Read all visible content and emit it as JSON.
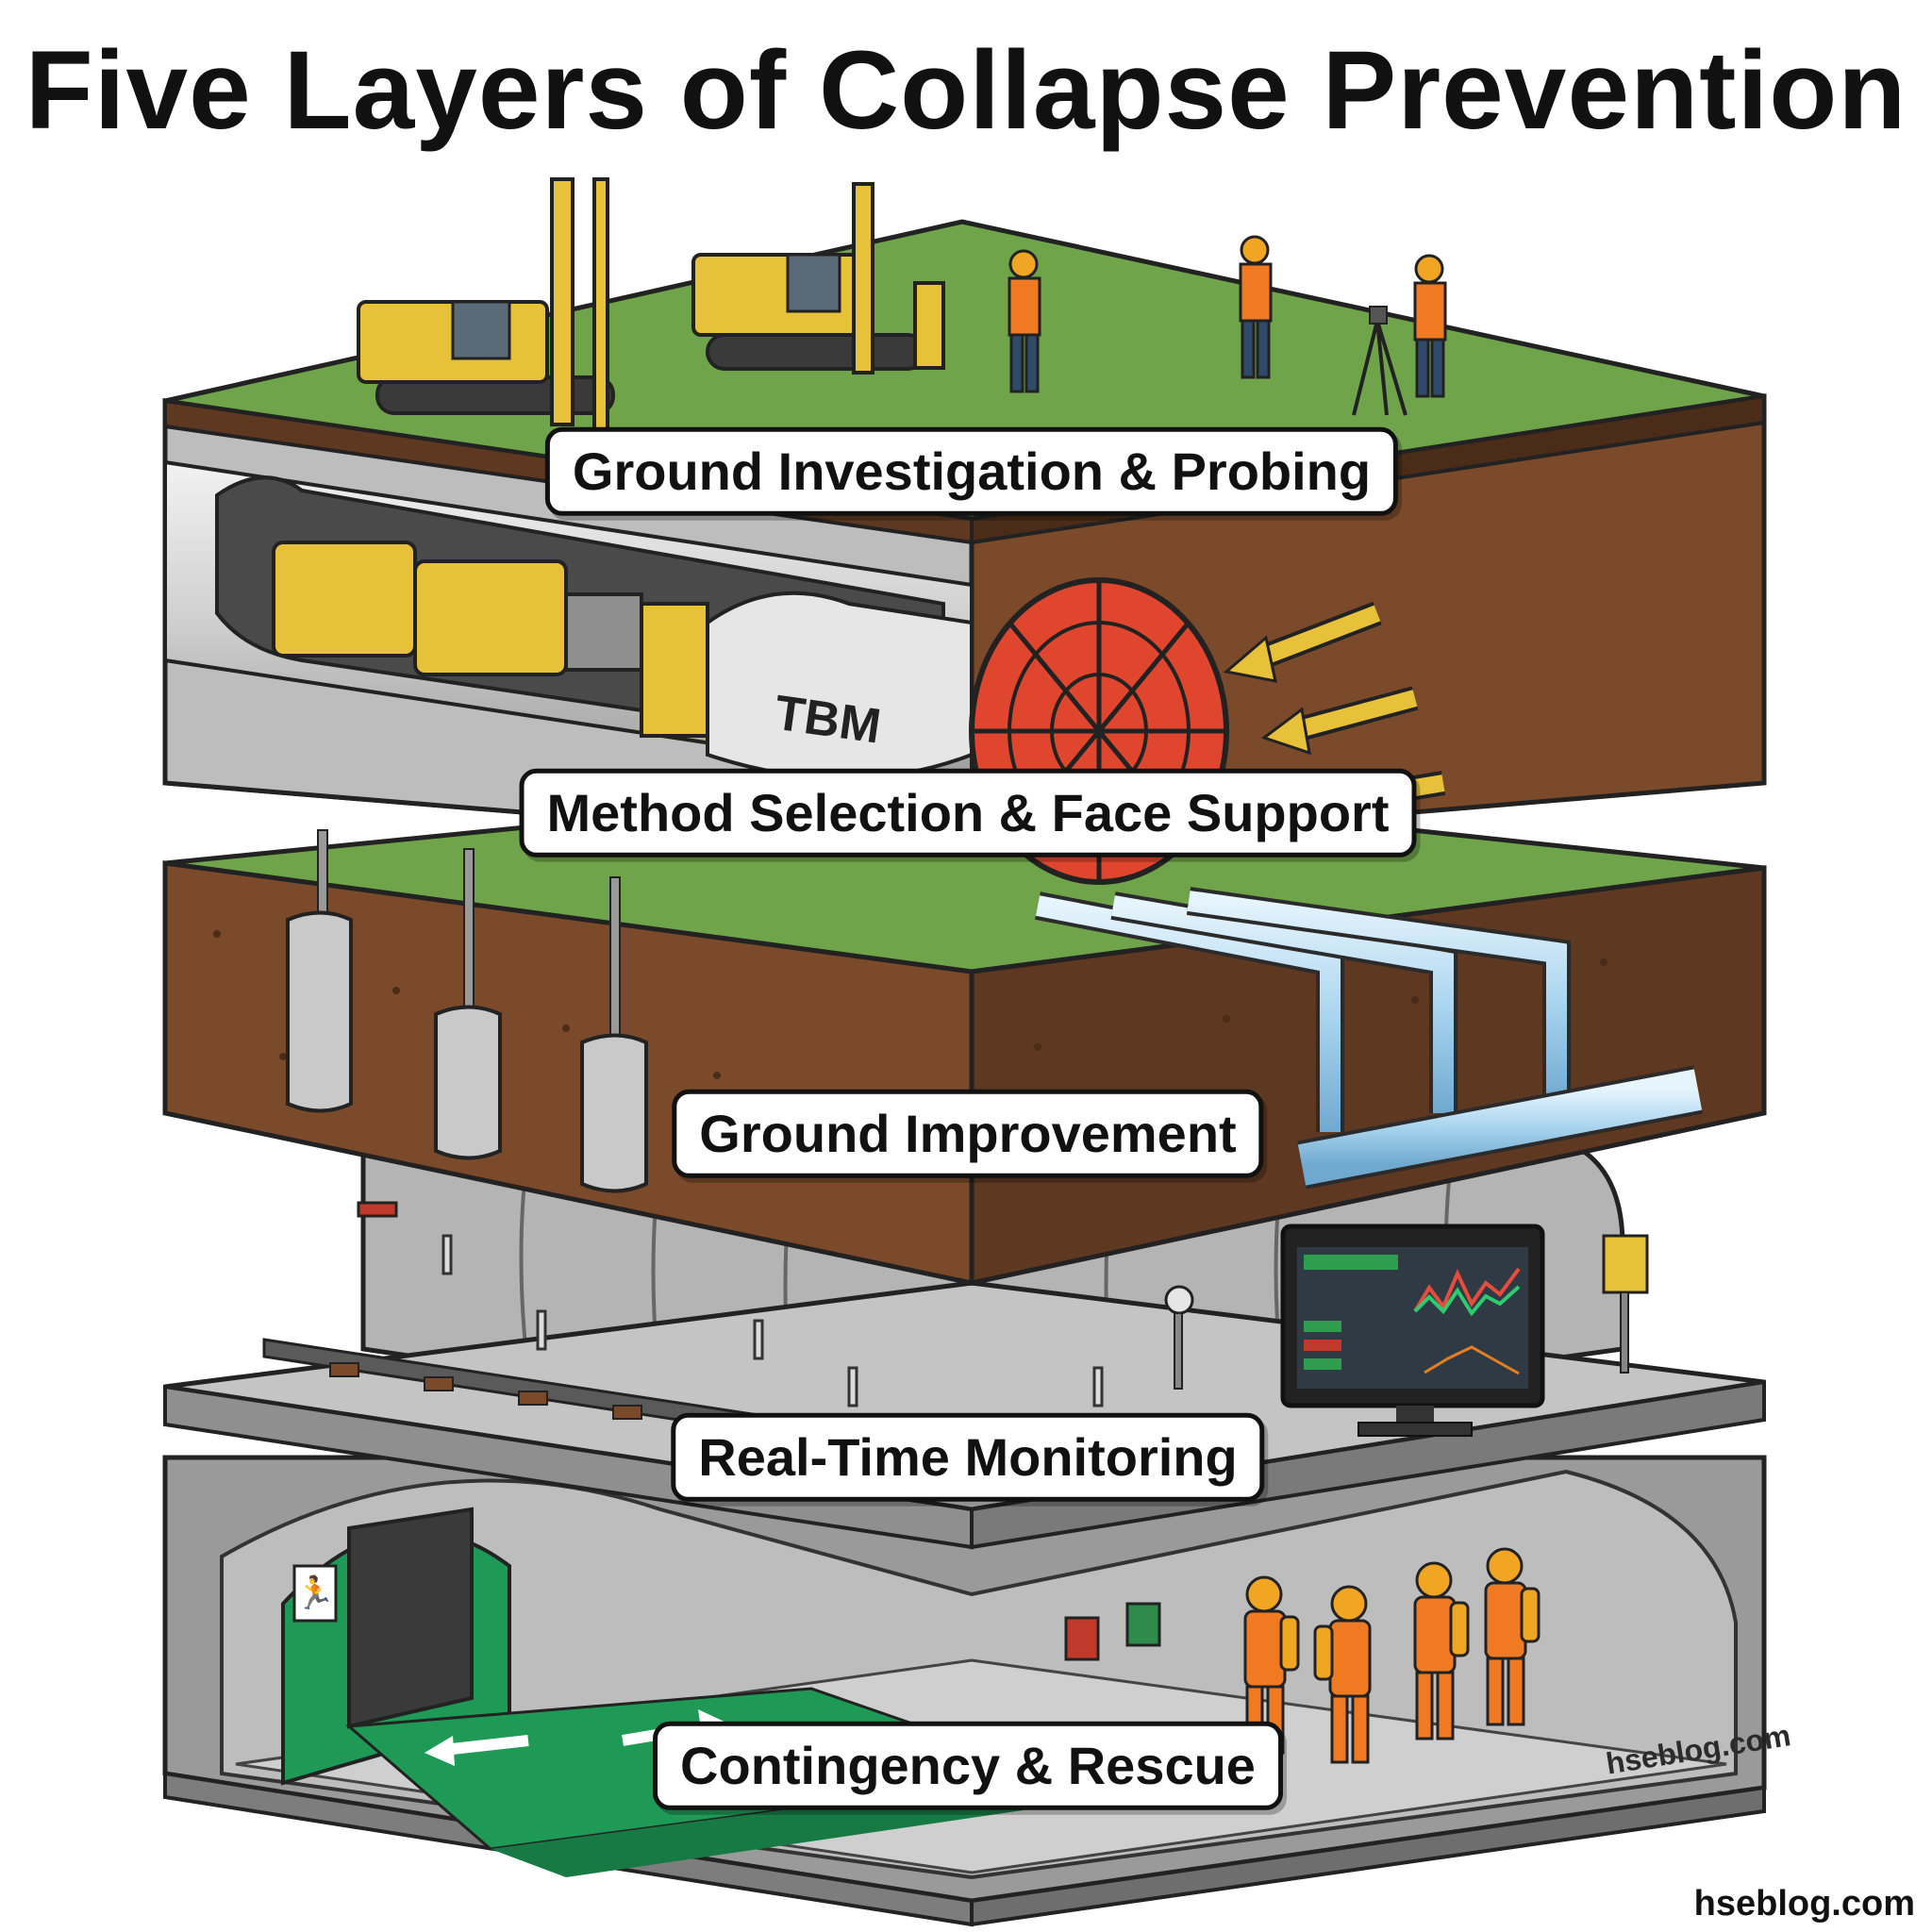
{
  "title": "Five Layers of Collapse Prevention",
  "layers": [
    {
      "label": "Ground Investigation & Probing"
    },
    {
      "label": "Method Selection & Face Support"
    },
    {
      "label": "Ground Improvement"
    },
    {
      "label": "Real-Time Monitoring"
    },
    {
      "label": "Contingency & Rescue"
    }
  ],
  "tbm_text": "TBM",
  "watermark_inline": "hseblog.com",
  "watermark_corner": "hseblog.com",
  "colors": {
    "grass": "#6fa44a",
    "soil": "#7a4a2a",
    "soil_dark": "#5e3820",
    "concrete": "#9a9a9a",
    "machine_yellow": "#e8c13a",
    "cutterhead_red": "#e0462e",
    "exit_green": "#1e9a56",
    "pipe_blue": "#a9d4ef",
    "hivis_orange": "#f07a22"
  }
}
